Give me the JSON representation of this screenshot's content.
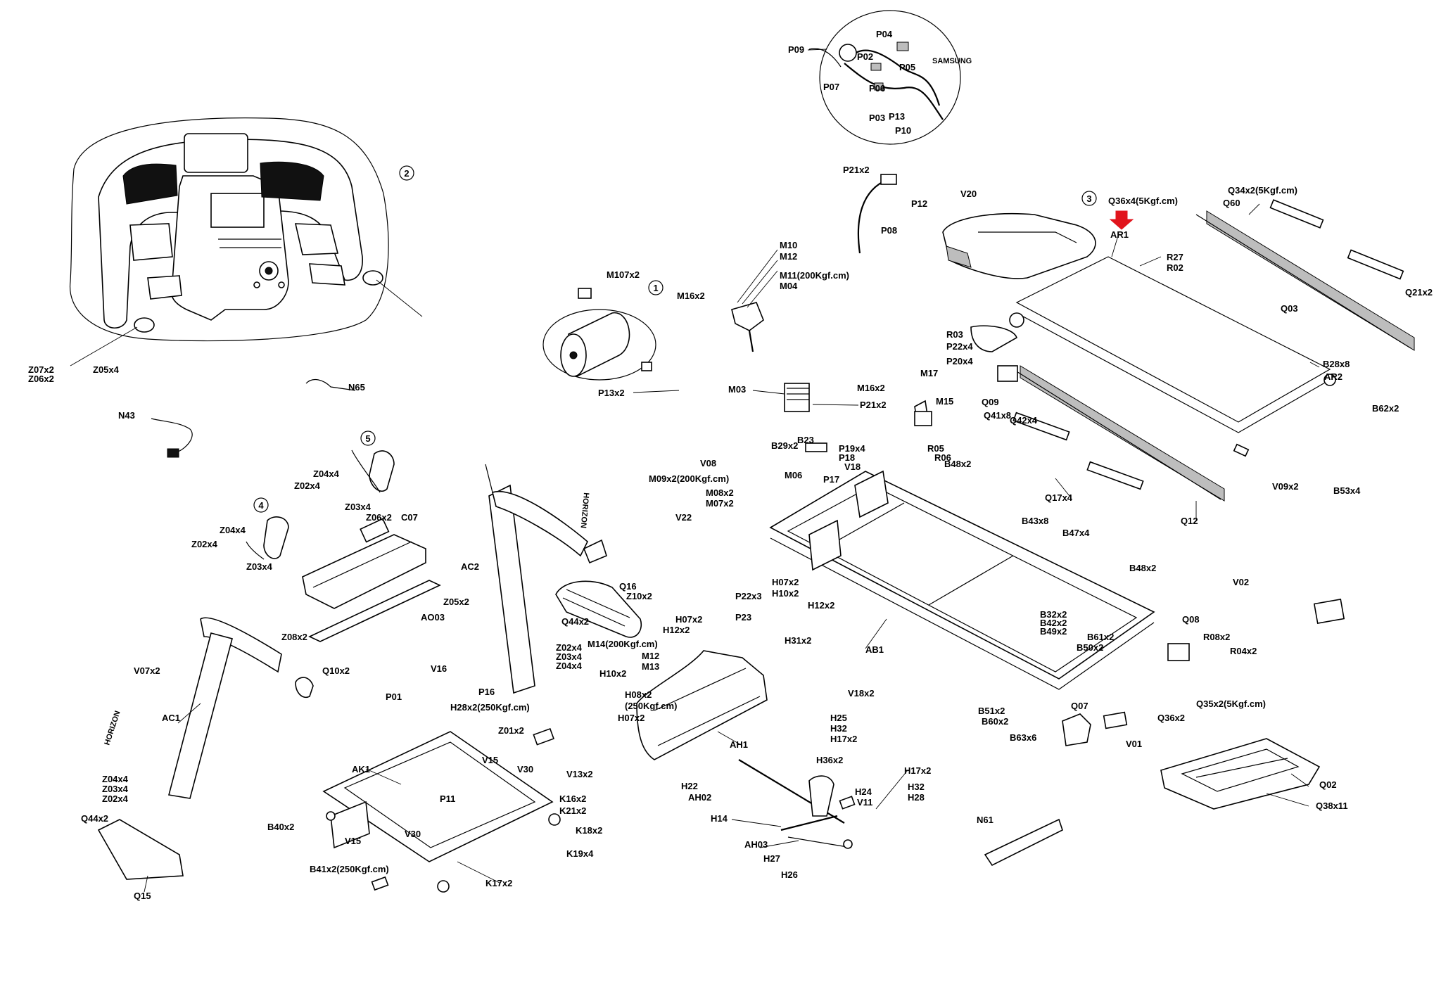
{
  "callouts": [
    "1",
    "2",
    "3",
    "4",
    "5"
  ],
  "labels": {
    "p09": "P09",
    "p04": "P04",
    "p02": "P02",
    "p05": "P05",
    "p07": "P07",
    "p06": "P06",
    "p03": "P03",
    "p13": "P13",
    "p10": "P10",
    "p21x2a": "P21x2",
    "p12": "P12",
    "p08": "P08",
    "v20": "V20",
    "q36x4": "Q36x4(5Kgf.cm)",
    "q34x2": "Q34x2(5Kgf.cm)",
    "q60": "Q60",
    "ar1": "AR1",
    "r27": "R27",
    "r02": "R02",
    "q03": "Q03",
    "q21x2": "Q21x2",
    "r03": "R03",
    "p22x4": "P22x4",
    "p20x4": "P20x4",
    "b28x8": "B28x8",
    "ar2": "AR2",
    "q09": "Q09",
    "q41x8": "Q41x8",
    "q42x4": "Q42x4",
    "b62x2": "B62x2",
    "v09x2": "V09x2",
    "b53x4": "B53x4",
    "q17x4": "Q17x4",
    "q12": "Q12",
    "m10": "M10",
    "m12a": "M12",
    "m11": "M11(200Kgf.cm)",
    "m04": "M04",
    "m16x2a": "M16x2",
    "m107x2": "M107x2",
    "p13x2": "P13x2",
    "m03": "M03",
    "p21x2b": "P21x2",
    "m16x2b": "M16x2",
    "m17": "M17",
    "m15": "M15",
    "z07x2": "Z07x2",
    "z06x2": "Z06x2",
    "z05x4": "Z05x4",
    "n65": "N65",
    "n43": "N43",
    "b29x2": "B29x2",
    "b23": "B23",
    "p19x4": "P19x4",
    "p18": "P18",
    "v18a": "V18",
    "p17": "P17",
    "r05": "R05",
    "r06": "R06",
    "b48x2a": "B48x2",
    "v08": "V08",
    "m09x2": "M09x2(200Kgf.cm)",
    "m08x2": "M08x2",
    "m07x2": "M07x2",
    "m06": "M06",
    "v22": "V22",
    "b43x8": "B43x8",
    "b47x4": "B47x4",
    "b48x2b": "B48x2",
    "z04x4a": "Z04x4",
    "z02x4a": "Z02x4",
    "z03x4a": "Z03x4",
    "z06x2b": "Z06x2",
    "c07": "C07",
    "z04x4b": "Z04x4",
    "z02x4b": "Z02x4",
    "z03x4b": "Z03x4",
    "ac2": "AC2",
    "q16": "Q16",
    "z10x2": "Z10x2",
    "q44x2a": "Q44x2",
    "p22x3": "P22x3",
    "p23": "P23",
    "h07x2a": "H07x2",
    "h10x2a": "H10x2",
    "h12x2a": "H12x2",
    "h07x2b": "H07x2",
    "h12x2b": "H12x2",
    "h31x2": "H31x2",
    "ao03": "AO03",
    "z05x2": "Z05x2",
    "z08x2": "Z08x2",
    "q10x2": "Q10x2",
    "v02": "V02",
    "q08": "Q08",
    "r08x2": "R08x2",
    "r04x2": "R04x2",
    "q36x2": "Q36x2",
    "q35x2": "Q35x2(5Kgf.cm)",
    "b32x2": "B32x2",
    "b42x2": "B42x2",
    "b49x2": "B49x2",
    "b61x2": "B61x2",
    "b50x2": "B50x2",
    "ab1": "AB1",
    "z02x4c": "Z02x4",
    "z03x4c": "Z03x4",
    "z04x4c": "Z04x4",
    "v07x2": "V07x2",
    "ac1": "AC1",
    "m14": "M14(200Kgf.cm)",
    "m12b": "M12",
    "m13": "M13",
    "v16": "V16",
    "p01": "P01",
    "p16": "P16",
    "h10x2b": "H10x2",
    "h08x2": "H08x2",
    "h08b": "(250Kgf.cm)",
    "h07x2c": "H07x2",
    "ah1": "AH1",
    "v18x2": "V18x2",
    "b51x2": "B51x2",
    "b60x2": "B60x2",
    "b63x6": "B63x6",
    "q07": "Q07",
    "v01": "V01",
    "h28x2": "H28x2(250Kgf.cm)",
    "z01x2": "Z01x2",
    "v13": "V15",
    "v30a": "V30",
    "v13x2": "V13x2",
    "h25": "H25",
    "h32a": "H32",
    "h17x2a": "H17x2",
    "q02": "Q02",
    "q38x11": "Q38x11",
    "z04x4d": "Z04x4",
    "z03x4d": "Z03x4",
    "z02x4d": "Z02x4",
    "ak1": "AK1",
    "p11": "P11",
    "k16x2": "K16x2",
    "k21x2": "K21x2",
    "k18x2": "K18x2",
    "k19x4": "K19x4",
    "h22": "H22",
    "ah02": "AH02",
    "h36x2": "H36x2",
    "h17x2b": "H17x2",
    "h32b": "H32",
    "h28": "H28",
    "h24": "H24",
    "v11": "V11",
    "q44x2b": "Q44x2",
    "b40x2": "B40x2",
    "v15": "V15",
    "v30b": "V30",
    "h14": "H14",
    "n61": "N61",
    "b41x2": "B41x2(250Kgf.cm)",
    "k17x2": "K17x2",
    "ah03": "AH03",
    "h27": "H27",
    "h26": "H26",
    "q15": "Q15"
  },
  "brand_text": "HORIZON",
  "samsung_text": "SAMSUNG",
  "colors": {
    "ink": "#000000",
    "arrow": "#e1141c"
  }
}
